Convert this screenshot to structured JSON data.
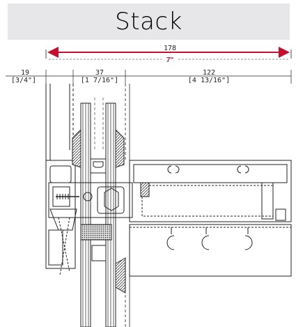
{
  "title": "Stack",
  "colors": {
    "accent": "#c8102e",
    "title_band": "#e7e7e9",
    "line": "#222222"
  },
  "overall_dimension": {
    "top_label": "178",
    "imperial": "7\""
  },
  "dimensions": [
    {
      "metric": "19",
      "imperial": "[3/4\"]"
    },
    {
      "metric": "37",
      "imperial": "[1 7/16\"]"
    },
    {
      "metric": "122",
      "imperial": "[4 13/16\"]"
    }
  ]
}
